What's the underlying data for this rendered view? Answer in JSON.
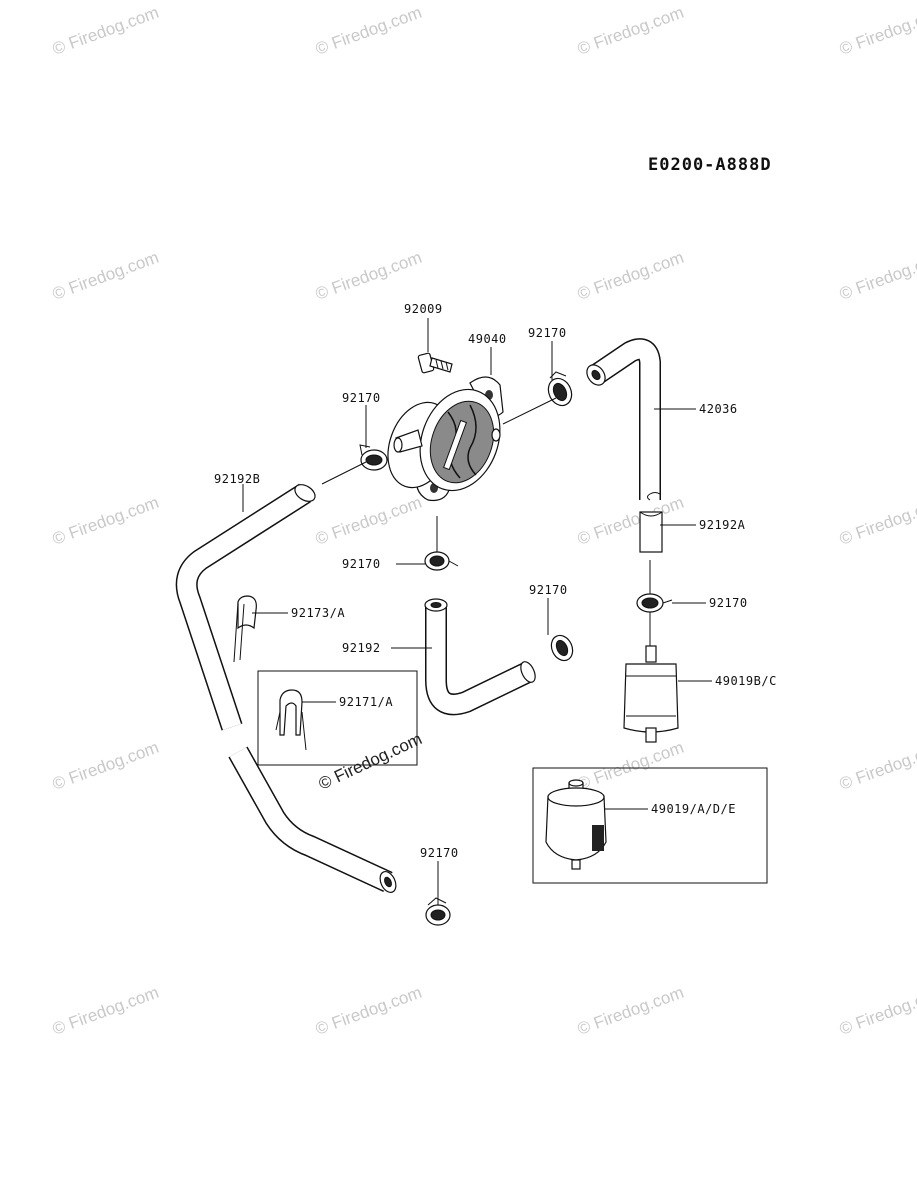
{
  "diagram": {
    "code": "E0200-A888D",
    "watermark": "© Firedog.com",
    "center_watermark": "© Firedog.com",
    "parts": {
      "bolt": "92009",
      "fuel_pump": "49040",
      "clamp_top": "92170",
      "clamp_left": "92170",
      "hose_right": "42036",
      "hose_left": "92192B",
      "hose_joint": "92192A",
      "clamp_pump_bottom": "92170",
      "clamp_right": "92170",
      "clip": "92173/A",
      "clamp_mid": "92170",
      "hose_mid": "92192",
      "filter_gc": "49019B/C",
      "inset_clip": "92171/A",
      "filter_ade": "49019/A/D/E",
      "clamp_bottom": "92170"
    }
  }
}
